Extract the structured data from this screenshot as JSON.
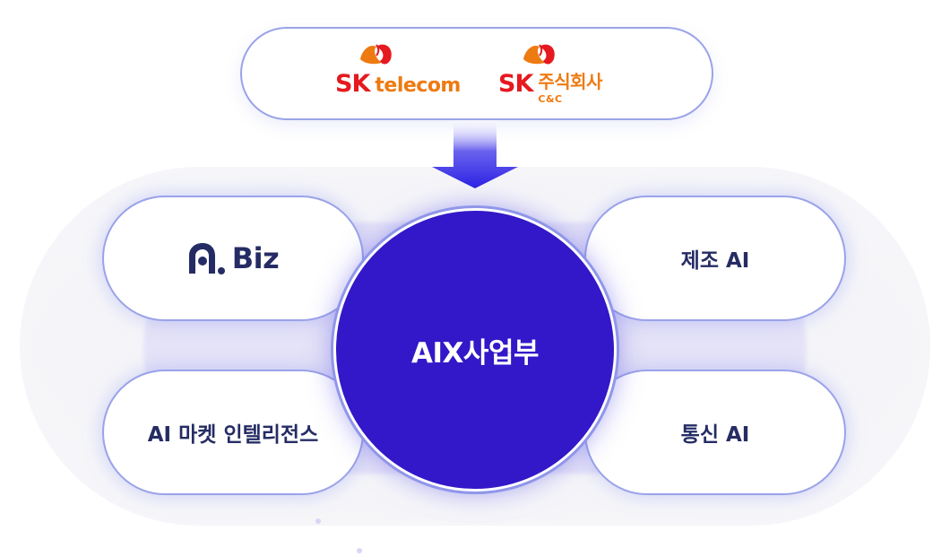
{
  "partners": [
    {
      "brand": "SK",
      "name": "telecom",
      "sub": ""
    },
    {
      "brand": "SK",
      "name": "주식회사",
      "sub": "C&C"
    }
  ],
  "center": {
    "label": "AIX사업부"
  },
  "categories": [
    {
      "label": "Biz",
      "logo_mark": "A."
    },
    {
      "label": "AI 마켓 인텔리전스"
    },
    {
      "label": "제조 AI"
    },
    {
      "label": "통신 AI"
    }
  ],
  "colors": {
    "center": "#3218c8",
    "pill_border": "#9aa3e8",
    "pill_text": "#252c64",
    "sk_red": "#e5191f",
    "sk_orange": "#ee7a12",
    "arrow": "#3a2fe0"
  },
  "icons": [
    "sk-butterfly-icon",
    "sk-butterfly-icon",
    "down-arrow-icon",
    "a-biz-logo-icon"
  ]
}
